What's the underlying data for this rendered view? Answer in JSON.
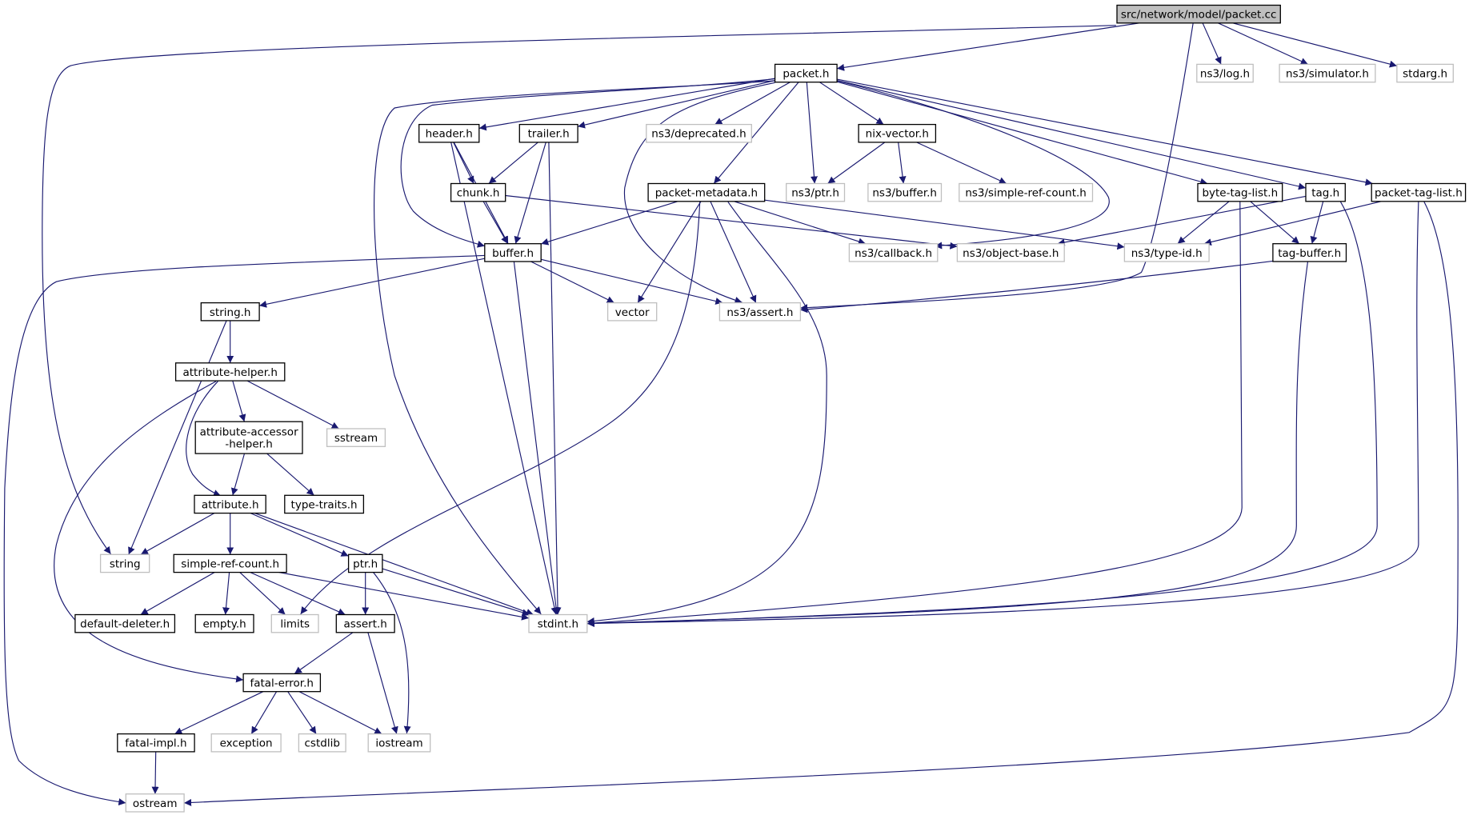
{
  "diagram": {
    "type": "include-dependency-graph",
    "colors": {
      "edge": "#191970",
      "root_fill": "#bfbfbf",
      "local_border": "#000000",
      "external_border": "#bfbfbf"
    },
    "nodes": [
      {
        "id": "packet_cc",
        "label": "src/network/model/packet.cc",
        "kind": "root"
      },
      {
        "id": "packet_h",
        "label": "packet.h",
        "kind": "local"
      },
      {
        "id": "ns3_log_h",
        "label": "ns3/log.h",
        "kind": "external"
      },
      {
        "id": "ns3_simulator_h",
        "label": "ns3/simulator.h",
        "kind": "external"
      },
      {
        "id": "stdarg_h",
        "label": "stdarg.h",
        "kind": "external"
      },
      {
        "id": "header_h",
        "label": "header.h",
        "kind": "local"
      },
      {
        "id": "trailer_h",
        "label": "trailer.h",
        "kind": "local"
      },
      {
        "id": "ns3_deprecated_h",
        "label": "ns3/deprecated.h",
        "kind": "external"
      },
      {
        "id": "nix_vector_h",
        "label": "nix-vector.h",
        "kind": "local"
      },
      {
        "id": "chunk_h",
        "label": "chunk.h",
        "kind": "local"
      },
      {
        "id": "packet_metadata_h",
        "label": "packet-metadata.h",
        "kind": "local"
      },
      {
        "id": "ns3_ptr_h",
        "label": "ns3/ptr.h",
        "kind": "external"
      },
      {
        "id": "ns3_buffer_h",
        "label": "ns3/buffer.h",
        "kind": "external"
      },
      {
        "id": "ns3_simple_ref_count_h",
        "label": "ns3/simple-ref-count.h",
        "kind": "external"
      },
      {
        "id": "byte_tag_list_h",
        "label": "byte-tag-list.h",
        "kind": "local"
      },
      {
        "id": "tag_h",
        "label": "tag.h",
        "kind": "local"
      },
      {
        "id": "packet_tag_list_h",
        "label": "packet-tag-list.h",
        "kind": "local"
      },
      {
        "id": "buffer_h",
        "label": "buffer.h",
        "kind": "local"
      },
      {
        "id": "ns3_callback_h",
        "label": "ns3/callback.h",
        "kind": "external"
      },
      {
        "id": "ns3_object_base_h",
        "label": "ns3/object-base.h",
        "kind": "external"
      },
      {
        "id": "ns3_type_id_h",
        "label": "ns3/type-id.h",
        "kind": "external"
      },
      {
        "id": "tag_buffer_h",
        "label": "tag-buffer.h",
        "kind": "local"
      },
      {
        "id": "string_h",
        "label": "string.h",
        "kind": "local"
      },
      {
        "id": "vector",
        "label": "vector",
        "kind": "external"
      },
      {
        "id": "ns3_assert_h",
        "label": "ns3/assert.h",
        "kind": "external"
      },
      {
        "id": "attribute_helper_h",
        "label": "attribute-helper.h",
        "kind": "local"
      },
      {
        "id": "attribute_accessor_helper_h",
        "label": "attribute-accessor\n-helper.h",
        "kind": "local"
      },
      {
        "id": "sstream",
        "label": "sstream",
        "kind": "external"
      },
      {
        "id": "attribute_h",
        "label": "attribute.h",
        "kind": "local"
      },
      {
        "id": "type_traits_h",
        "label": "type-traits.h",
        "kind": "local"
      },
      {
        "id": "string",
        "label": "string",
        "kind": "external"
      },
      {
        "id": "simple_ref_count_h",
        "label": "simple-ref-count.h",
        "kind": "local"
      },
      {
        "id": "ptr_h",
        "label": "ptr.h",
        "kind": "local"
      },
      {
        "id": "default_deleter_h",
        "label": "default-deleter.h",
        "kind": "local"
      },
      {
        "id": "empty_h",
        "label": "empty.h",
        "kind": "local"
      },
      {
        "id": "limits",
        "label": "limits",
        "kind": "external"
      },
      {
        "id": "assert_h",
        "label": "assert.h",
        "kind": "local"
      },
      {
        "id": "stdint_h",
        "label": "stdint.h",
        "kind": "external"
      },
      {
        "id": "fatal_error_h",
        "label": "fatal-error.h",
        "kind": "local"
      },
      {
        "id": "fatal_impl_h",
        "label": "fatal-impl.h",
        "kind": "local"
      },
      {
        "id": "exception",
        "label": "exception",
        "kind": "external"
      },
      {
        "id": "cstdlib",
        "label": "cstdlib",
        "kind": "external"
      },
      {
        "id": "iostream",
        "label": "iostream",
        "kind": "external"
      },
      {
        "id": "ostream",
        "label": "ostream",
        "kind": "external"
      }
    ],
    "edges": [
      [
        "packet_cc",
        "packet_h"
      ],
      [
        "packet_cc",
        "ns3_log_h"
      ],
      [
        "packet_cc",
        "ns3_simulator_h"
      ],
      [
        "packet_cc",
        "stdarg_h"
      ],
      [
        "packet_cc",
        "string"
      ],
      [
        "packet_cc",
        "ns3_assert_h"
      ],
      [
        "packet_h",
        "header_h"
      ],
      [
        "packet_h",
        "trailer_h"
      ],
      [
        "packet_h",
        "ns3_deprecated_h"
      ],
      [
        "packet_h",
        "nix_vector_h"
      ],
      [
        "packet_h",
        "packet_metadata_h"
      ],
      [
        "packet_h",
        "ns3_ptr_h"
      ],
      [
        "packet_h",
        "byte_tag_list_h"
      ],
      [
        "packet_h",
        "tag_h"
      ],
      [
        "packet_h",
        "packet_tag_list_h"
      ],
      [
        "packet_h",
        "buffer_h"
      ],
      [
        "packet_h",
        "stdint_h"
      ],
      [
        "packet_h",
        "ns3_assert_h"
      ],
      [
        "packet_h",
        "ns3_callback_h"
      ],
      [
        "header_h",
        "chunk_h"
      ],
      [
        "header_h",
        "buffer_h"
      ],
      [
        "header_h",
        "stdint_h"
      ],
      [
        "trailer_h",
        "chunk_h"
      ],
      [
        "trailer_h",
        "buffer_h"
      ],
      [
        "trailer_h",
        "stdint_h"
      ],
      [
        "chunk_h",
        "buffer_h"
      ],
      [
        "chunk_h",
        "ns3_object_base_h"
      ],
      [
        "nix_vector_h",
        "ns3_ptr_h"
      ],
      [
        "nix_vector_h",
        "ns3_buffer_h"
      ],
      [
        "nix_vector_h",
        "ns3_simple_ref_count_h"
      ],
      [
        "packet_metadata_h",
        "buffer_h"
      ],
      [
        "packet_metadata_h",
        "ns3_callback_h"
      ],
      [
        "packet_metadata_h",
        "ns3_type_id_h"
      ],
      [
        "packet_metadata_h",
        "vector"
      ],
      [
        "packet_metadata_h",
        "ns3_assert_h"
      ],
      [
        "packet_metadata_h",
        "stdint_h"
      ],
      [
        "packet_metadata_h",
        "limits"
      ],
      [
        "byte_tag_list_h",
        "ns3_type_id_h"
      ],
      [
        "byte_tag_list_h",
        "tag_buffer_h"
      ],
      [
        "byte_tag_list_h",
        "stdint_h"
      ],
      [
        "tag_h",
        "ns3_object_base_h"
      ],
      [
        "tag_h",
        "tag_buffer_h"
      ],
      [
        "tag_h",
        "stdint_h"
      ],
      [
        "packet_tag_list_h",
        "ns3_type_id_h"
      ],
      [
        "packet_tag_list_h",
        "stdint_h"
      ],
      [
        "packet_tag_list_h",
        "ostream"
      ],
      [
        "tag_buffer_h",
        "ns3_assert_h"
      ],
      [
        "tag_buffer_h",
        "stdint_h"
      ],
      [
        "buffer_h",
        "string_h"
      ],
      [
        "buffer_h",
        "vector"
      ],
      [
        "buffer_h",
        "ns3_assert_h"
      ],
      [
        "buffer_h",
        "stdint_h"
      ],
      [
        "buffer_h",
        "ostream"
      ],
      [
        "string_h",
        "attribute_helper_h"
      ],
      [
        "string_h",
        "string"
      ],
      [
        "attribute_helper_h",
        "attribute_accessor_helper_h"
      ],
      [
        "attribute_helper_h",
        "sstream"
      ],
      [
        "attribute_helper_h",
        "attribute_h"
      ],
      [
        "attribute_helper_h",
        "fatal_error_h"
      ],
      [
        "attribute_accessor_helper_h",
        "attribute_h"
      ],
      [
        "attribute_accessor_helper_h",
        "type_traits_h"
      ],
      [
        "attribute_h",
        "string"
      ],
      [
        "attribute_h",
        "simple_ref_count_h"
      ],
      [
        "attribute_h",
        "ptr_h"
      ],
      [
        "attribute_h",
        "stdint_h"
      ],
      [
        "simple_ref_count_h",
        "default_deleter_h"
      ],
      [
        "simple_ref_count_h",
        "empty_h"
      ],
      [
        "simple_ref_count_h",
        "limits"
      ],
      [
        "simple_ref_count_h",
        "assert_h"
      ],
      [
        "simple_ref_count_h",
        "stdint_h"
      ],
      [
        "ptr_h",
        "assert_h"
      ],
      [
        "ptr_h",
        "stdint_h"
      ],
      [
        "ptr_h",
        "iostream"
      ],
      [
        "assert_h",
        "fatal_error_h"
      ],
      [
        "assert_h",
        "iostream"
      ],
      [
        "fatal_error_h",
        "fatal_impl_h"
      ],
      [
        "fatal_error_h",
        "exception"
      ],
      [
        "fatal_error_h",
        "cstdlib"
      ],
      [
        "fatal_error_h",
        "iostream"
      ],
      [
        "fatal_impl_h",
        "ostream"
      ]
    ]
  }
}
